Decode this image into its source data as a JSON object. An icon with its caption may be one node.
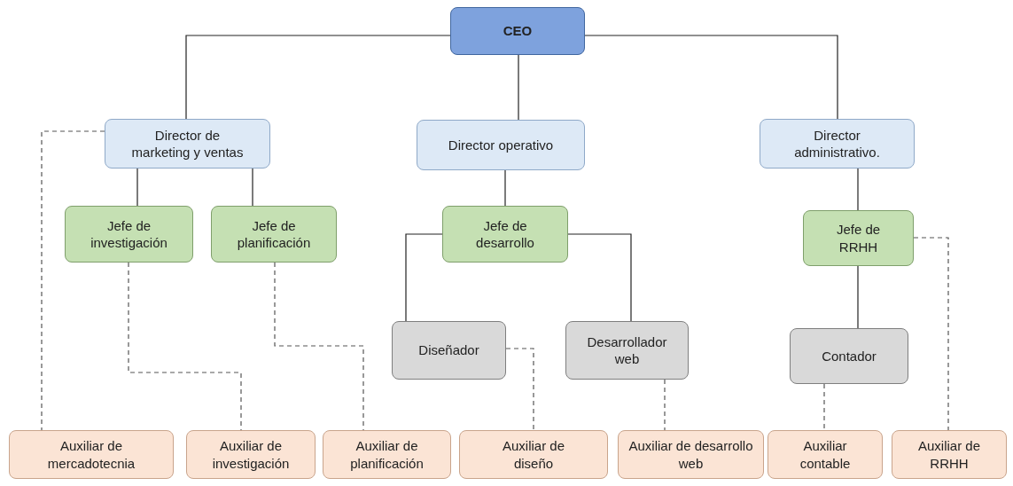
{
  "diagram": {
    "nodes": [
      {
        "text": [
          "CEO"
        ]
      },
      {
        "text": [
          "Director de marketing y ventas"
        ]
      },
      {
        "text": [
          "Director operativo"
        ]
      },
      {
        "text": [
          "Director administrativo."
        ]
      },
      {
        "text": [
          "Jefe de investigación"
        ]
      },
      {
        "text": [
          "Jefe de planificación"
        ]
      },
      {
        "text": [
          "Jefe de desarrollo"
        ]
      },
      {
        "text": [
          "Jefe de RRHH"
        ]
      },
      {
        "text": [
          "Diseñador"
        ]
      },
      {
        "text": [
          "Desarrollador web"
        ]
      },
      {
        "text": [
          "Contador"
        ]
      },
      {
        "text": [
          "Auxiliar de mercadotecnia"
        ]
      },
      {
        "text": [
          "Auxiliar de investigación"
        ]
      },
      {
        "text": [
          "Auxiliar de planificación"
        ]
      },
      {
        "text": [
          "Auxiliar de diseño"
        ]
      },
      {
        "text": [
          "Auxiliar de desarrollo web"
        ]
      },
      {
        "text": [
          "Auxiliar contable"
        ]
      },
      {
        "text": [
          "Auxiliar de RRHH"
        ]
      }
    ],
    "edges": [
      {
        "from": 0,
        "to": 1,
        "arrow": "none"
      },
      {
        "from": 0,
        "to": 2,
        "arrow": "none"
      },
      {
        "from": 0,
        "to": 3,
        "arrow": "none"
      },
      {
        "from": 1,
        "to": 4,
        "arrow": "none"
      },
      {
        "from": 1,
        "to": 5,
        "arrow": "none"
      },
      {
        "from": 2,
        "to": 6,
        "arrow": "none"
      },
      {
        "from": 3,
        "to": 7,
        "arrow": "none"
      },
      {
        "from": 6,
        "to": 8,
        "arrow": "none"
      },
      {
        "from": 6,
        "to": 9,
        "arrow": "none"
      },
      {
        "from": 7,
        "to": 10,
        "arrow": "none"
      },
      {
        "from": 1,
        "to": 11,
        "arrow": "none",
        "style": "dashed"
      },
      {
        "from": 4,
        "to": 12,
        "arrow": "none",
        "style": "dashed"
      },
      {
        "from": 5,
        "to": 13,
        "arrow": "none",
        "style": "dashed"
      },
      {
        "from": 8,
        "to": 14,
        "arrow": "none",
        "style": "dashed"
      },
      {
        "from": 9,
        "to": 15,
        "arrow": "none",
        "style": "dashed"
      },
      {
        "from": 10,
        "to": 16,
        "arrow": "none",
        "style": "dashed"
      },
      {
        "from": 7,
        "to": 17,
        "arrow": "none",
        "style": "dashed"
      }
    ]
  }
}
